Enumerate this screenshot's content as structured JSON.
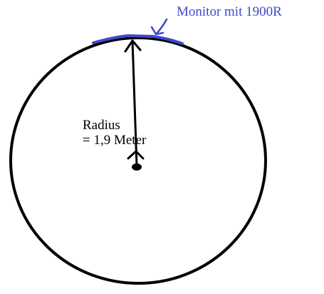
{
  "diagram": {
    "callout": {
      "label": "Monitor mit 1900R",
      "color": "#3f48cc"
    },
    "radius_label": {
      "line1": "Radius",
      "line2": "= 1,9 Meter"
    },
    "stroke_color": "#000000"
  }
}
